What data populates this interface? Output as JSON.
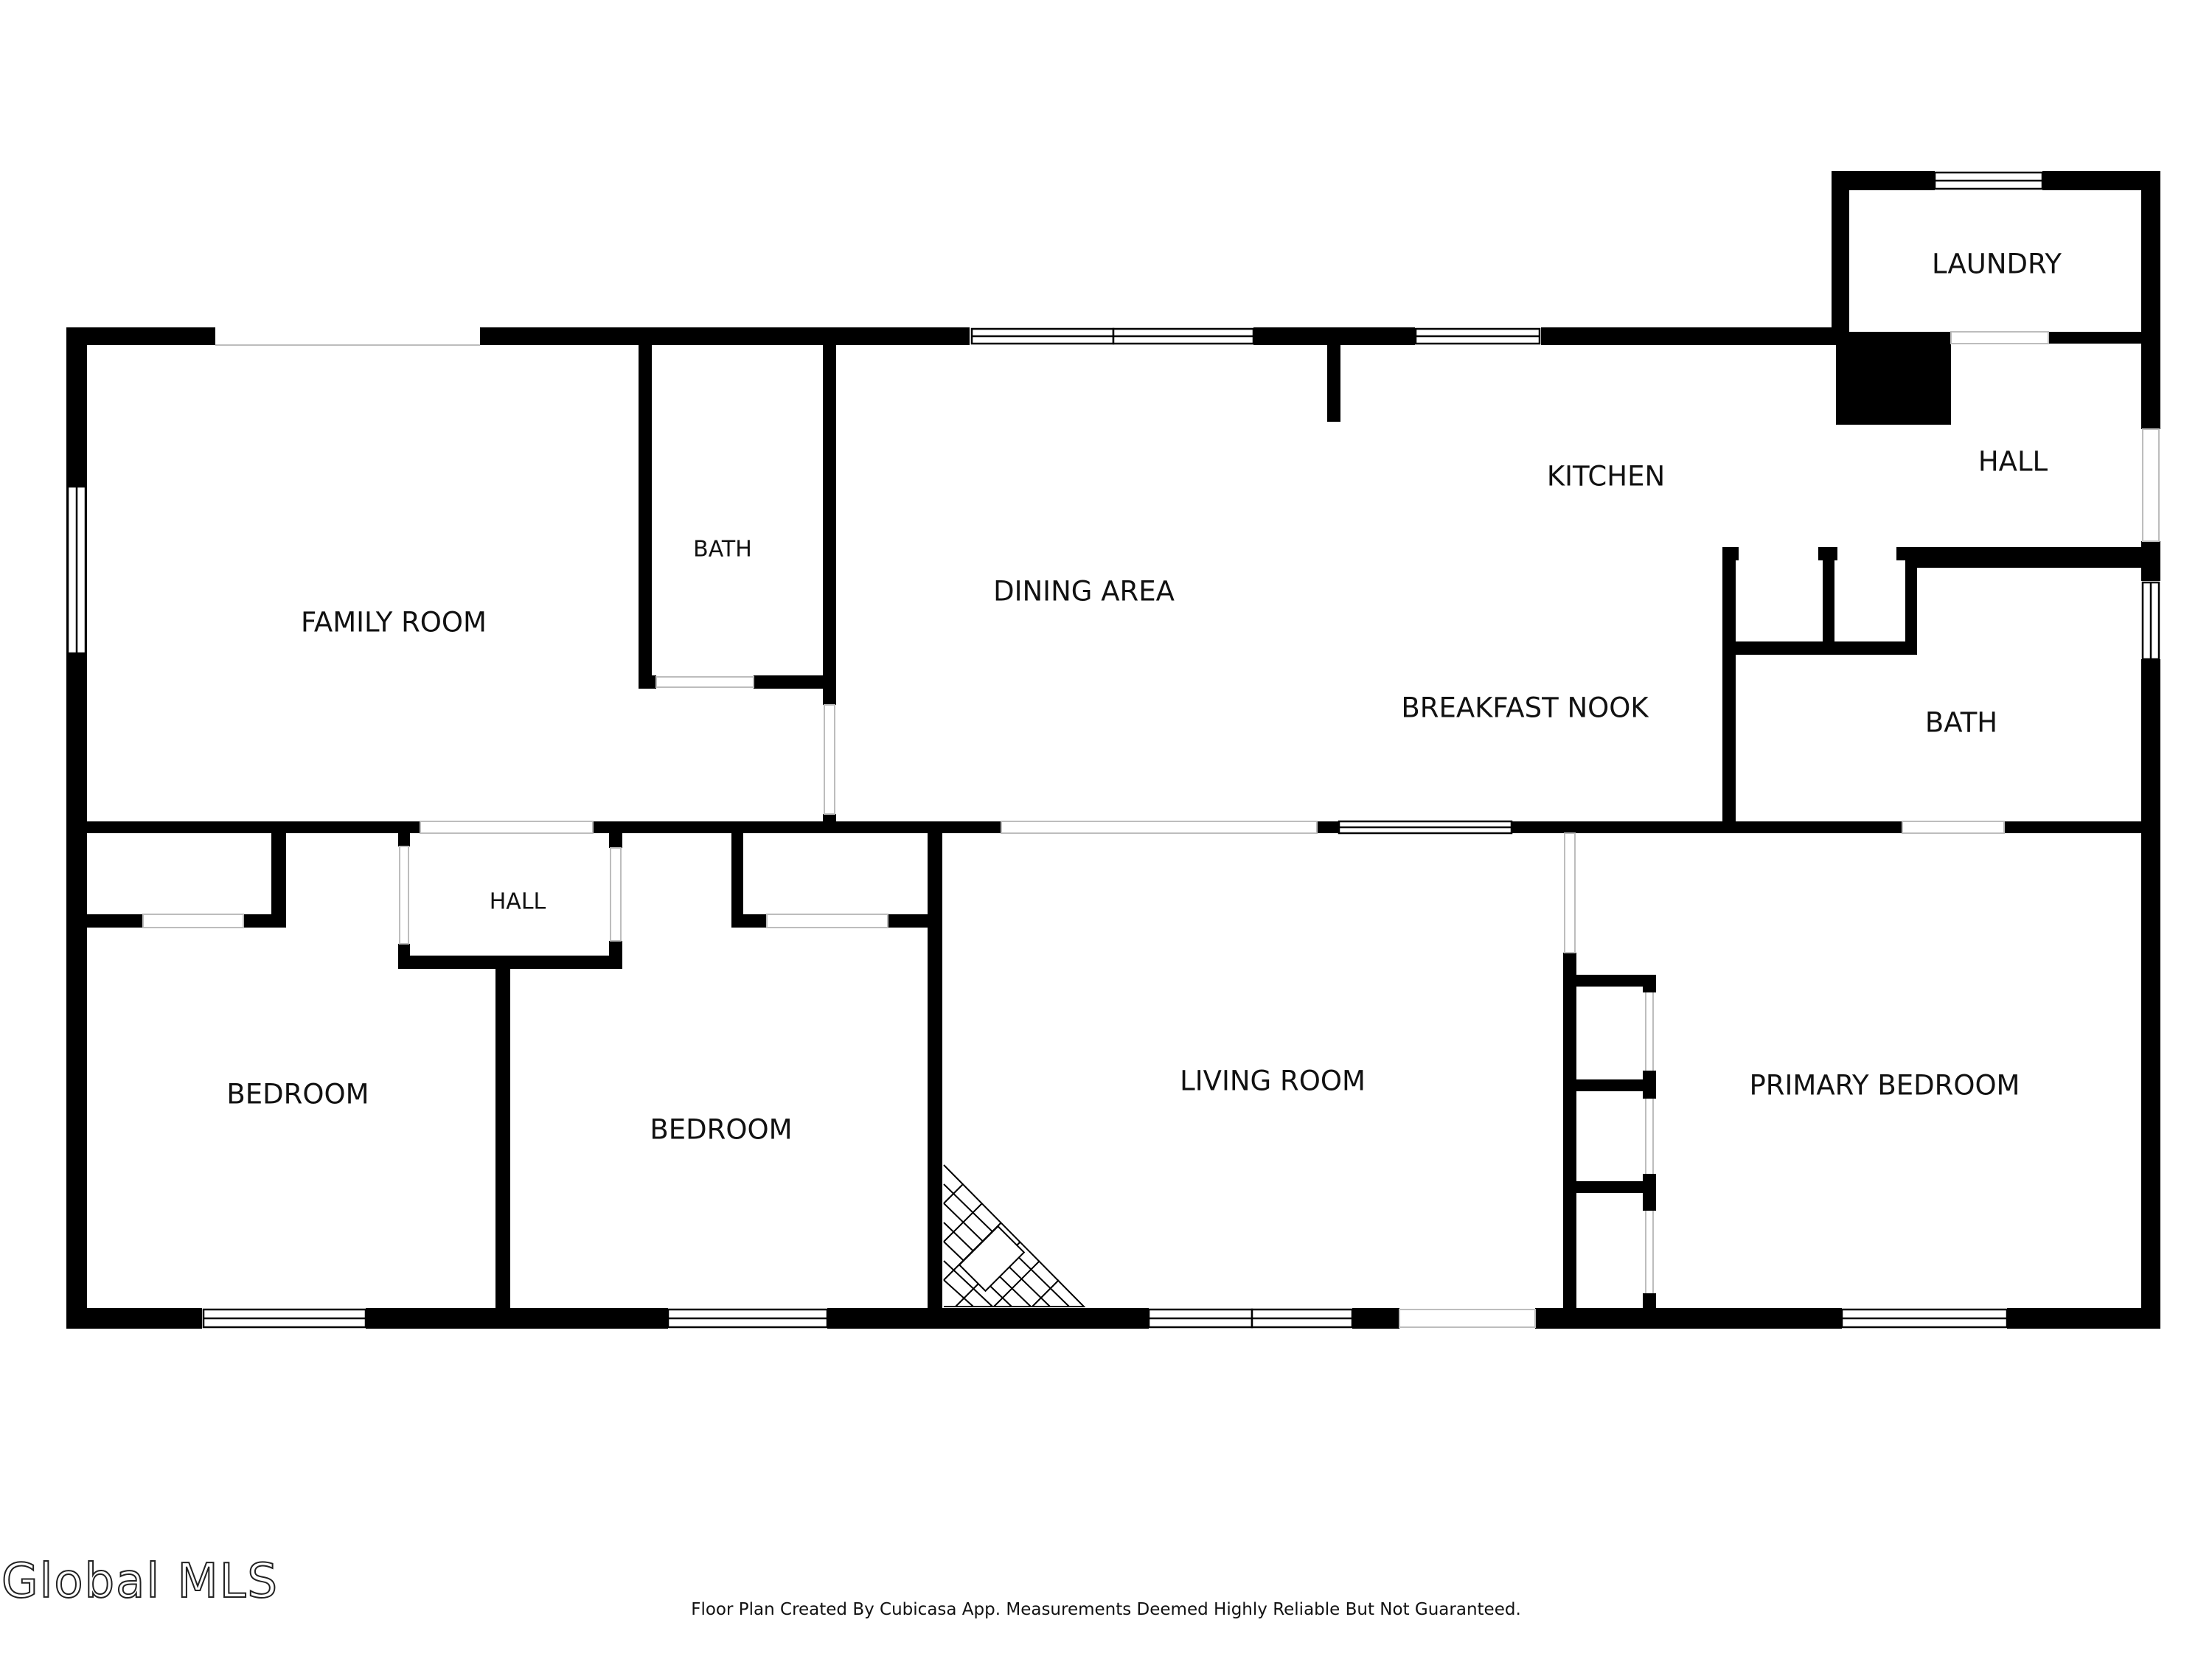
{
  "rooms": {
    "family_room": "FAMILY ROOM",
    "bath_upper": "BATH",
    "dining_area": "DINING AREA",
    "kitchen": "KITCHEN",
    "laundry": "LAUNDRY",
    "hall_right": "HALL",
    "breakfast_nook": "BREAKFAST NOOK",
    "bath_right": "BATH",
    "hall_small": "HALL",
    "bedroom_left": "BEDROOM",
    "bedroom_middle": "BEDROOM",
    "living_room": "LIVING ROOM",
    "primary_bedroom": "PRIMARY BEDROOM"
  },
  "footer": "Floor Plan Created By Cubicasa App. Measurements Deemed Highly Reliable But Not Guaranteed.",
  "watermark": "Global MLS",
  "colors": {
    "wall": "#000000",
    "background": "#ffffff",
    "text": "#111111"
  }
}
